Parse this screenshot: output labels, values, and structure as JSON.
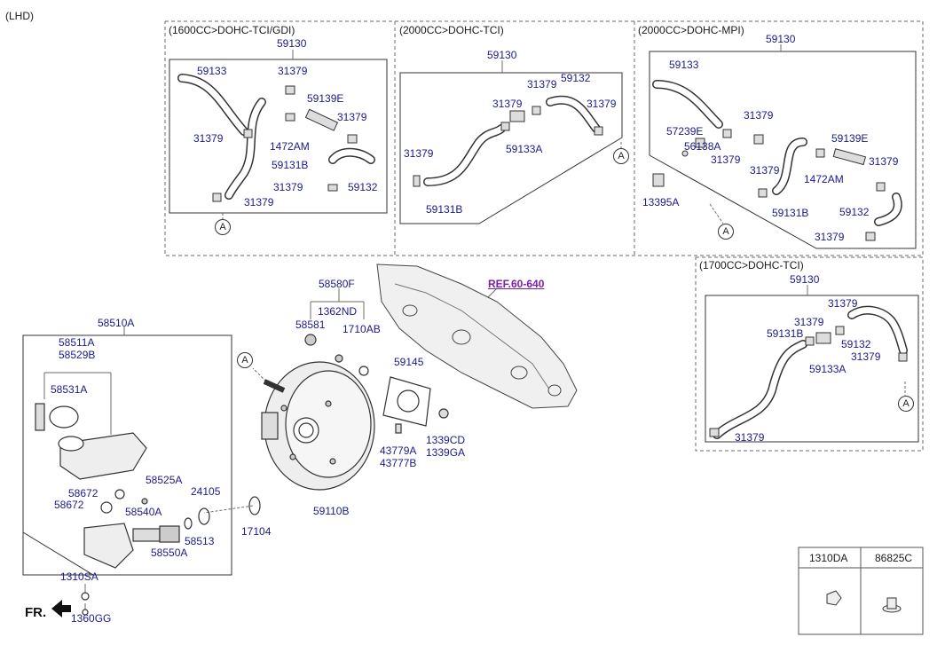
{
  "variant": "(LHD)",
  "ref": "REF.60-640",
  "fr_label": "FR.",
  "circle_marker": "A",
  "groups": {
    "g1600": "(1600CC>DOHC-TCI/GDI)",
    "g2000tci": "(2000CC>DOHC-TCI)",
    "g2000mpi": "(2000CC>DOHC-MPI)",
    "g1700": "(1700CC>DOHC-TCI)"
  },
  "legend": {
    "col1": "1310DA",
    "col2": "86825C"
  },
  "parts": {
    "p59130": "59130",
    "p59133": "59133",
    "p31379": "31379",
    "p59139E": "59139E",
    "p1472AM": "1472AM",
    "p59131B": "59131B",
    "p59132": "59132",
    "p59133A": "59133A",
    "p57239E": "57239E",
    "p56138A": "56138A",
    "p13395A": "13395A",
    "p58580F": "58580F",
    "p1362ND": "1362ND",
    "p58581": "58581",
    "p1710AB": "1710AB",
    "p59145": "59145",
    "p43779A": "43779A",
    "p43777B": "43777B",
    "p1339CD": "1339CD",
    "p1339GA": "1339GA",
    "p59110B": "59110B",
    "p17104": "17104",
    "p58510A": "58510A",
    "p58511A": "58511A",
    "p58529B": "58529B",
    "p58531A": "58531A",
    "p58525A": "58525A",
    "p58672": "58672",
    "p58540A": "58540A",
    "p24105": "24105",
    "p58513": "58513",
    "p58550A": "58550A",
    "p1310SA": "1310SA",
    "p1360GG": "1360GG"
  }
}
